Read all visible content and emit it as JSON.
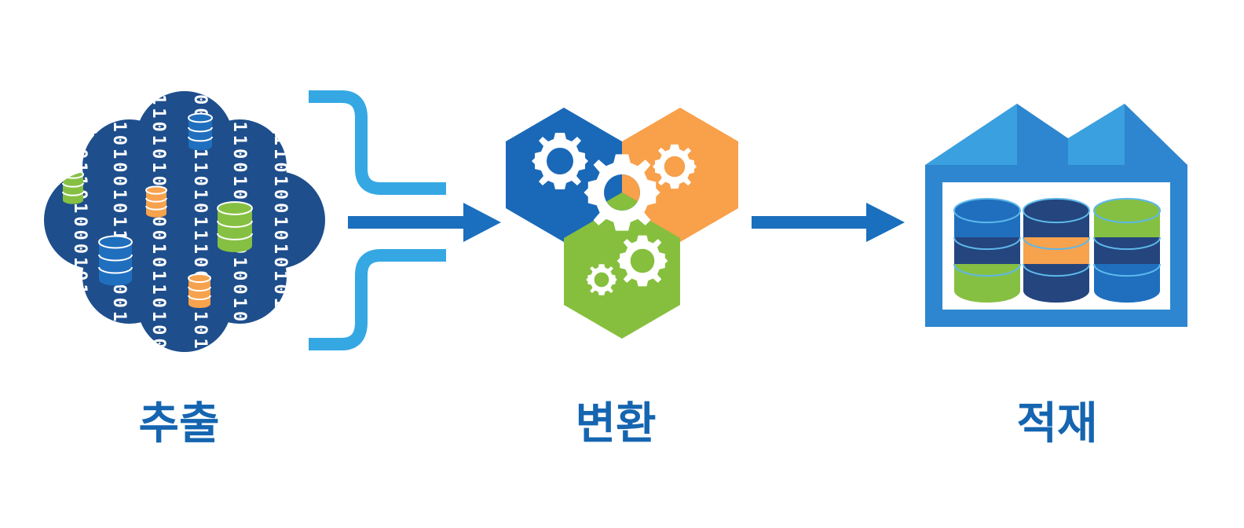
{
  "stages": [
    {
      "id": "extract",
      "label": "추출"
    },
    {
      "id": "transform",
      "label": "변환"
    },
    {
      "id": "load",
      "label": "적재"
    }
  ],
  "binary_digits": [
    "1001011010",
    "0110100101",
    "1101010010",
    "0010110101",
    "1011001010",
    "0101101001",
    "1100101010",
    "1010010110",
    "0101011010",
    "1011001011"
  ],
  "colors": {
    "label": "#1565b0",
    "cloud": "#1e4e8c",
    "arrow_dark": "#1a6fbe",
    "arrow_light": "#35a8e4",
    "hex_blue": "#1a68b8",
    "hex_orange": "#f9a04a",
    "hex_green": "#86bf3d",
    "warehouse": "#2d86cf",
    "roof_light": "#3aa0e0",
    "db_blue": "#1f6fbe",
    "db_navy": "#24457e",
    "db_green": "#86c043",
    "db_orange": "#f7a24d"
  },
  "icons": [
    "cloud-icon",
    "database-icon",
    "gear-icon",
    "warehouse-icon",
    "arrow-icon"
  ]
}
